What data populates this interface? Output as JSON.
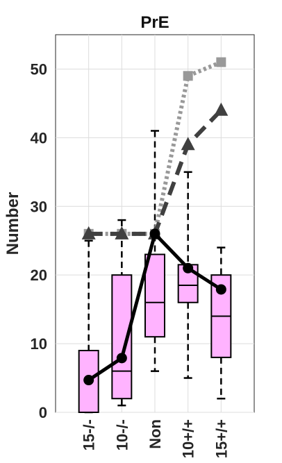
{
  "chart_data": {
    "type": "box",
    "title": "PrE",
    "ylabel": "Number",
    "xlabel": "",
    "categories": [
      "15-/-",
      "10-/-",
      "Non",
      "10+/+",
      "15+/+"
    ],
    "ylim": [
      0,
      55
    ],
    "yticks": [
      0,
      10,
      20,
      30,
      40,
      50
    ],
    "grid": true,
    "box_color": "#ffb3ff",
    "boxes": [
      {
        "whisker_low": 0,
        "q1": 0,
        "median": 0,
        "q3": 9,
        "whisker_high": 25
      },
      {
        "whisker_low": 1,
        "q1": 2,
        "median": 6,
        "q3": 20,
        "whisker_high": 28
      },
      {
        "whisker_low": 6,
        "q1": 11,
        "median": 16,
        "q3": 23,
        "whisker_high": 41
      },
      {
        "whisker_low": 5,
        "q1": 16,
        "median": 18.5,
        "q3": 21.5,
        "whisker_high": 35
      },
      {
        "whisker_low": 2,
        "q1": 8,
        "median": 14,
        "q3": 20,
        "whisker_high": 24
      }
    ],
    "series": [
      {
        "style": "dotted",
        "marker": "square",
        "color": "#999999",
        "values": [
          26,
          26,
          26,
          49,
          51
        ]
      },
      {
        "style": "dashed",
        "marker": "triangle",
        "color": "#404040",
        "values": [
          26,
          26,
          26,
          39,
          44
        ]
      },
      {
        "style": "solid",
        "marker": "circle",
        "color": "#000000",
        "values": [
          4.7,
          7.9,
          26,
          21,
          17.9
        ]
      }
    ]
  }
}
